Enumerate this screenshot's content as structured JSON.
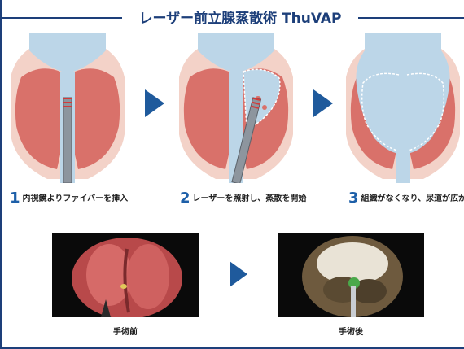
{
  "header": {
    "title": "レーザー前立腺蒸散術 ThuVAP"
  },
  "steps": [
    {
      "number": "1",
      "text": "内視鏡よりファイバーを挿入"
    },
    {
      "number": "2",
      "text": "レーザーを照射し、蒸散を開始"
    },
    {
      "number": "3",
      "text": "組織がなくなり、尿道が広がる"
    }
  ],
  "photos": [
    {
      "label": "手術前"
    },
    {
      "label": "手術後"
    }
  ],
  "colors": {
    "navy": "#1d3f7a",
    "arrow": "#1f5a9c",
    "prostate_tissue": "#d9716a",
    "capsule": "#f3d2c8",
    "bladder": "#bcd6e8"
  }
}
